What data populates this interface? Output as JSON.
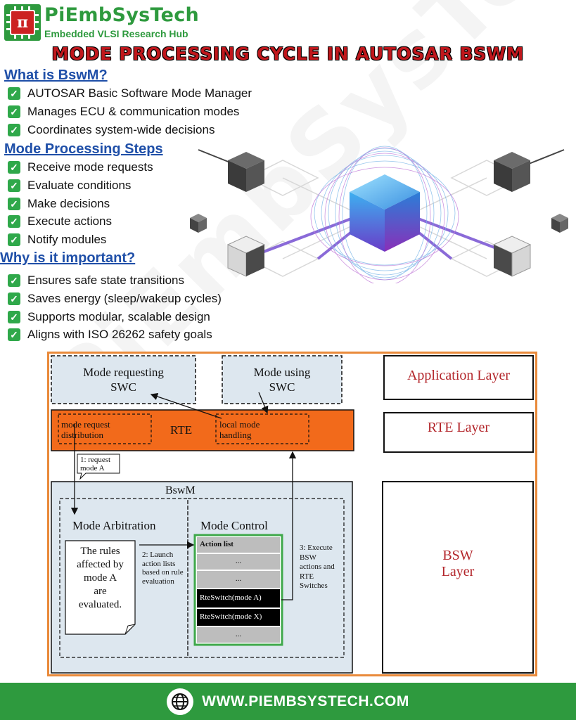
{
  "brand": {
    "logo_glyph": "π",
    "name": "PiEmbSysTech",
    "tagline": "Embedded VLSI Research Hub",
    "green": "#2e9a3e",
    "red": "#c22222"
  },
  "title": "MODE PROCESSING CYCLE IN AUTOSAR BSWM",
  "watermark": "PiEmbSysTech",
  "sections": [
    {
      "heading": "What is BswM?",
      "items": [
        "AUTOSAR Basic Software Mode Manager",
        "Manages ECU & communication modes",
        "Coordinates system-wide decisions"
      ]
    },
    {
      "heading": "Mode Processing Steps",
      "items": [
        "Receive mode requests",
        "Evaluate conditions",
        "Make decisions",
        "Execute actions",
        "Notify modules"
      ]
    },
    {
      "heading": "Why is it important?",
      "items": [
        "Ensures safe state transitions",
        "Saves energy (sleep/wakeup cycles)",
        "Supports modular, scalable design",
        "Aligns with ISO 26262 safety goals"
      ]
    }
  ],
  "check_icon": "check-mark-icon",
  "diagram": {
    "swc_requesting": [
      "Mode requesting",
      "SWC"
    ],
    "swc_using": [
      "Mode using",
      "SWC"
    ],
    "rte": "RTE",
    "rte_distribution": [
      "mode request",
      "distribution"
    ],
    "rte_local": [
      "local mode",
      "handling"
    ],
    "callout_request": [
      "1: request",
      "mode A"
    ],
    "bswm": "BswM",
    "mode_arbitration": "Mode Arbitration",
    "mode_control": "Mode Control",
    "rules_note": [
      "The rules",
      "affected by",
      "mode A",
      "are",
      "evaluated."
    ],
    "step2": [
      "2: Launch",
      "action lists",
      "based on rule",
      "evaluation"
    ],
    "step3": [
      "3: Execute",
      "BSW",
      "actions and",
      "RTE",
      "Switches"
    ],
    "action_list_title": "Action list",
    "action_rows": [
      "...",
      "...",
      "RteSwitch(mode A)",
      "RteSwitch(mode X)",
      "..."
    ],
    "layer_app": "Application Layer",
    "layer_rte": "RTE Layer",
    "layer_bsw": [
      "BSW",
      "Layer"
    ],
    "colors": {
      "rte_orange": "#f26a1b",
      "swc_fill": "#dde7ef",
      "frame_orange": "#e98a3a",
      "layer_text_red": "#b3262b",
      "action_green": "#3ea84a"
    }
  },
  "footer": {
    "url": "WWW.PIEMBSYSTECH.COM",
    "icon": "globe-icon"
  }
}
